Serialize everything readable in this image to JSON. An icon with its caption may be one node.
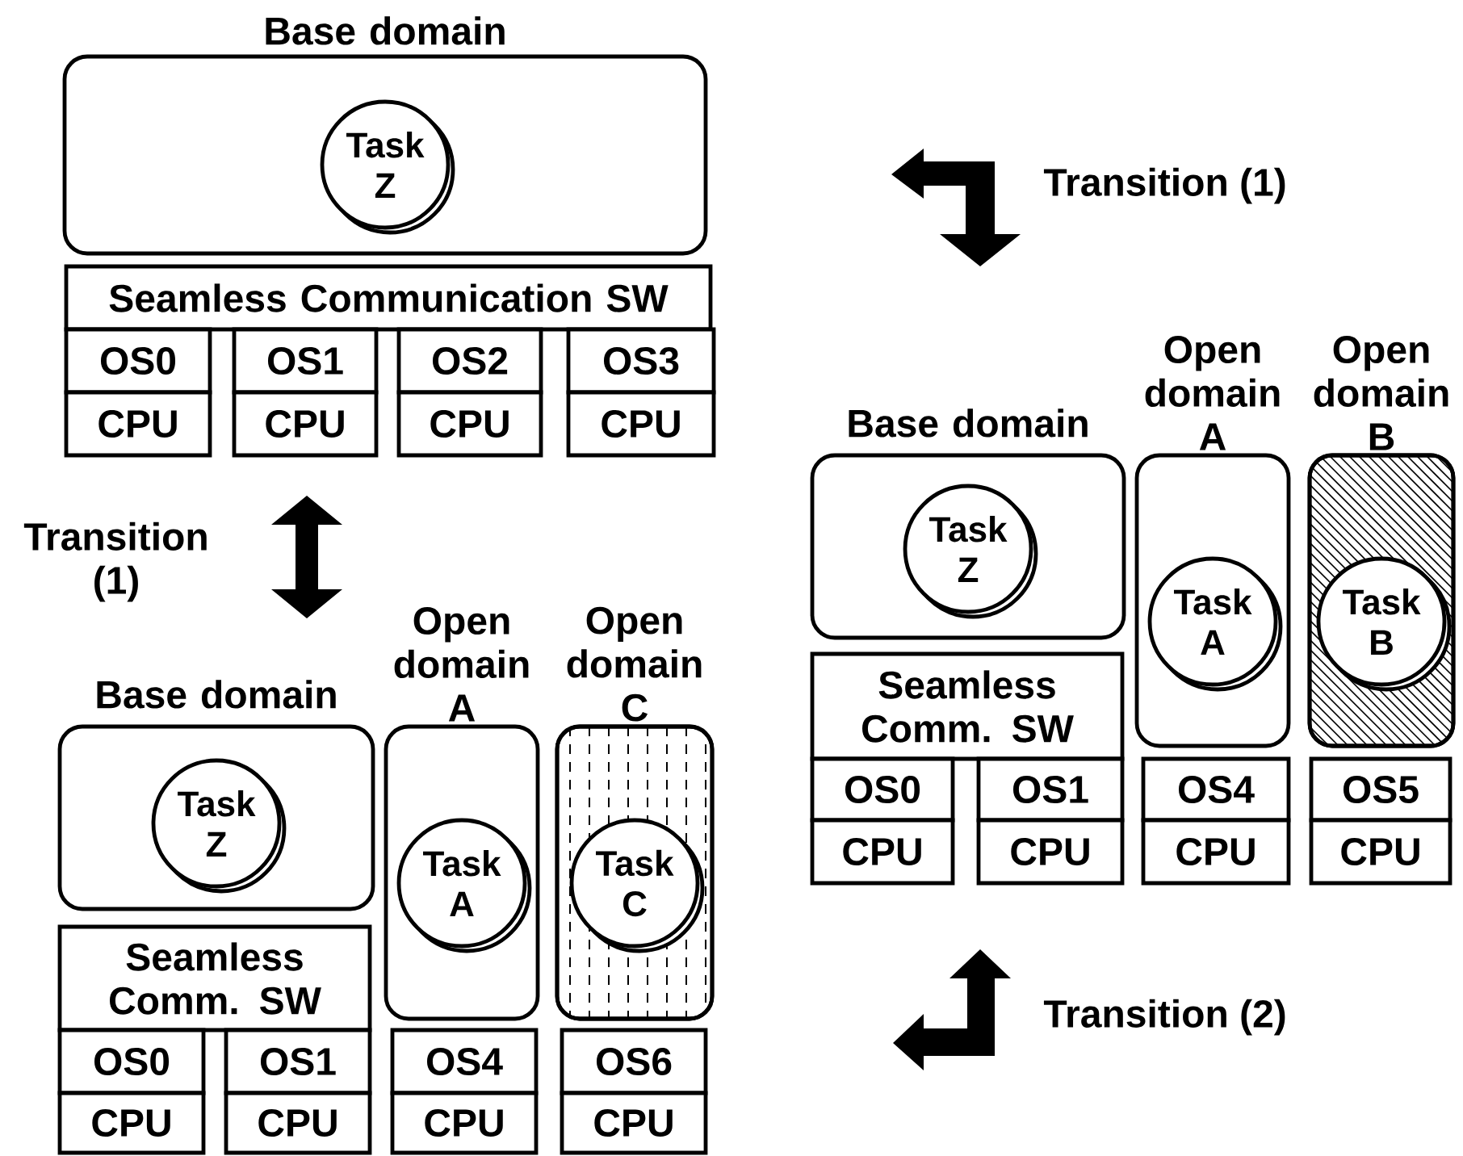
{
  "diagram": {
    "nodes": [
      {
        "text": [
          "Base domain"
        ]
      },
      {
        "text": [
          "Task Z"
        ],
        "in": 0
      },
      {
        "text": [
          "Seamless Communication SW"
        ]
      },
      {
        "text": [
          "OS0"
        ]
      },
      {
        "text": [
          "OS1"
        ]
      },
      {
        "text": [
          "OS2"
        ]
      },
      {
        "text": [
          "OS3"
        ]
      },
      {
        "text": [
          "CPU"
        ]
      },
      {
        "text": [
          "CPU"
        ]
      },
      {
        "text": [
          "CPU"
        ]
      },
      {
        "text": [
          "CPU"
        ]
      },
      {
        "text": [
          "Base domain"
        ]
      },
      {
        "text": [
          "Task Z"
        ],
        "in": 11
      },
      {
        "text": [
          "Open domain A"
        ]
      },
      {
        "text": [
          "Task A"
        ],
        "in": 13
      },
      {
        "text": [
          "Open domain C"
        ]
      },
      {
        "text": [
          "Task C"
        ],
        "in": 15
      },
      {
        "text": [
          "Seamless Comm. SW"
        ]
      },
      {
        "text": [
          "OS0"
        ]
      },
      {
        "text": [
          "OS1"
        ]
      },
      {
        "text": [
          "OS4"
        ]
      },
      {
        "text": [
          "OS6"
        ]
      },
      {
        "text": [
          "CPU"
        ]
      },
      {
        "text": [
          "CPU"
        ]
      },
      {
        "text": [
          "CPU"
        ]
      },
      {
        "text": [
          "CPU"
        ]
      },
      {
        "text": [
          "Base domain"
        ]
      },
      {
        "text": [
          "Task Z"
        ],
        "in": 26
      },
      {
        "text": [
          "Open domain A"
        ]
      },
      {
        "text": [
          "Task A"
        ],
        "in": 28
      },
      {
        "text": [
          "Open domain B"
        ]
      },
      {
        "text": [
          "Task B"
        ],
        "in": 30
      },
      {
        "text": [
          "Seamless Comm. SW"
        ]
      },
      {
        "text": [
          "OS0"
        ]
      },
      {
        "text": [
          "OS1"
        ]
      },
      {
        "text": [
          "OS4"
        ]
      },
      {
        "text": [
          "OS5"
        ]
      },
      {
        "text": [
          "CPU"
        ]
      },
      {
        "text": [
          "CPU"
        ]
      },
      {
        "text": [
          "CPU"
        ]
      },
      {
        "text": [
          "CPU"
        ]
      }
    ],
    "labels": [
      "Transition (1)",
      "Transition (1)",
      "Transition (2)"
    ]
  }
}
